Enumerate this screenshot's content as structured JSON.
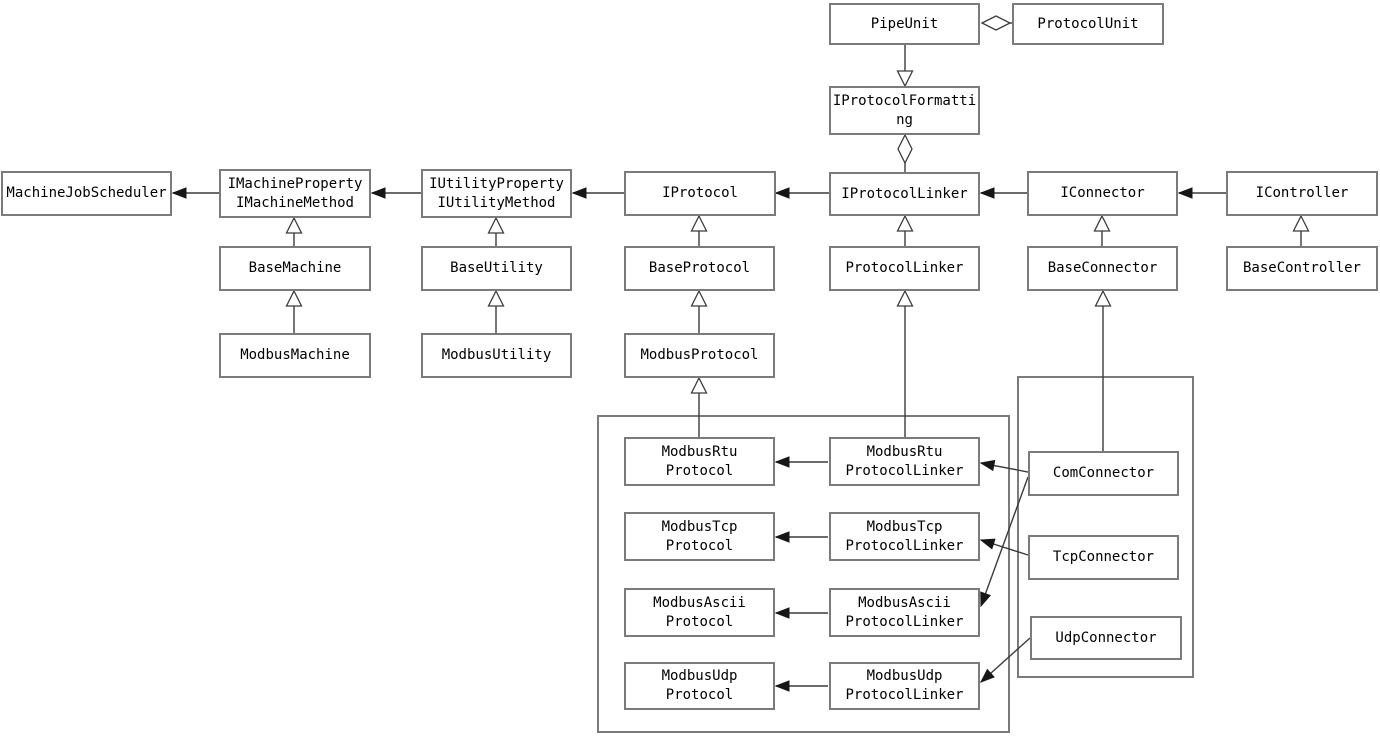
{
  "diagram": {
    "type": "uml-class-diagram",
    "nodes": [
      {
        "id": "pipe-unit",
        "label": "PipeUnit"
      },
      {
        "id": "protocol-unit",
        "label": "ProtocolUnit"
      },
      {
        "id": "iprotocol-formatting",
        "label": "IProtocolFormatti\nng"
      },
      {
        "id": "machine-job-scheduler",
        "label": "MachineJobScheduler"
      },
      {
        "id": "imachine-property-method",
        "label": "IMachineProperty\nIMachineMethod"
      },
      {
        "id": "iutility-property-method",
        "label": "IUtilityProperty\nIUtilityMethod"
      },
      {
        "id": "iprotocol",
        "label": "IProtocol"
      },
      {
        "id": "iprotocol-linker",
        "label": "IProtocolLinker"
      },
      {
        "id": "iconnector",
        "label": "IConnector"
      },
      {
        "id": "icontroller",
        "label": "IController"
      },
      {
        "id": "base-machine",
        "label": "BaseMachine"
      },
      {
        "id": "base-utility",
        "label": "BaseUtility"
      },
      {
        "id": "base-protocol",
        "label": "BaseProtocol"
      },
      {
        "id": "protocol-linker",
        "label": "ProtocolLinker"
      },
      {
        "id": "base-connector",
        "label": "BaseConnector"
      },
      {
        "id": "base-controller",
        "label": "BaseController"
      },
      {
        "id": "modbus-machine",
        "label": "ModbusMachine"
      },
      {
        "id": "modbus-utility",
        "label": "ModbusUtility"
      },
      {
        "id": "modbus-protocol",
        "label": "ModbusProtocol"
      },
      {
        "id": "modbus-rtu-protocol",
        "label": "ModbusRtu\nProtocol"
      },
      {
        "id": "modbus-rtu-protocol-linker",
        "label": "ModbusRtu\nProtocolLinker"
      },
      {
        "id": "modbus-tcp-protocol",
        "label": "ModbusTcp\nProtocol"
      },
      {
        "id": "modbus-tcp-protocol-linker",
        "label": "ModbusTcp\nProtocolLinker"
      },
      {
        "id": "modbus-ascii-protocol",
        "label": "ModbusAscii\nProtocol"
      },
      {
        "id": "modbus-ascii-protocol-linker",
        "label": "ModbusAscii\nProtocolLinker"
      },
      {
        "id": "modbus-udp-protocol",
        "label": "ModbusUdp\nProtocol"
      },
      {
        "id": "modbus-udp-protocol-linker",
        "label": "ModbusUdp\nProtocolLinker"
      },
      {
        "id": "com-connector",
        "label": "ComConnector"
      },
      {
        "id": "tcp-connector",
        "label": "TcpConnector"
      },
      {
        "id": "udp-connector",
        "label": "UdpConnector"
      }
    ],
    "edges": [
      {
        "from": "protocol-unit",
        "to": "pipe-unit",
        "type": "aggregation"
      },
      {
        "from": "pipe-unit",
        "to": "iprotocol-formatting",
        "type": "generalization"
      },
      {
        "from": "iprotocol-linker",
        "to": "iprotocol-formatting",
        "type": "aggregation"
      },
      {
        "from": "imachine-property-method",
        "to": "machine-job-scheduler",
        "type": "association"
      },
      {
        "from": "iutility-property-method",
        "to": "imachine-property-method",
        "type": "association"
      },
      {
        "from": "iprotocol",
        "to": "iutility-property-method",
        "type": "association"
      },
      {
        "from": "iprotocol-linker",
        "to": "iprotocol",
        "type": "association"
      },
      {
        "from": "iconnector",
        "to": "iprotocol-linker",
        "type": "association"
      },
      {
        "from": "icontroller",
        "to": "iconnector",
        "type": "association"
      },
      {
        "from": "base-machine",
        "to": "imachine-property-method",
        "type": "generalization"
      },
      {
        "from": "base-utility",
        "to": "iutility-property-method",
        "type": "generalization"
      },
      {
        "from": "base-protocol",
        "to": "iprotocol",
        "type": "generalization"
      },
      {
        "from": "protocol-linker",
        "to": "iprotocol-linker",
        "type": "generalization"
      },
      {
        "from": "base-connector",
        "to": "iconnector",
        "type": "generalization"
      },
      {
        "from": "base-controller",
        "to": "icontroller",
        "type": "generalization"
      },
      {
        "from": "modbus-machine",
        "to": "base-machine",
        "type": "generalization"
      },
      {
        "from": "modbus-utility",
        "to": "base-utility",
        "type": "generalization"
      },
      {
        "from": "modbus-protocol",
        "to": "base-protocol",
        "type": "generalization"
      },
      {
        "from": "modbus-rtu-protocol",
        "to": "modbus-protocol",
        "type": "generalization"
      },
      {
        "from": "modbus-rtu-protocol-linker",
        "to": "protocol-linker",
        "type": "generalization"
      },
      {
        "from": "com-connector",
        "to": "base-connector",
        "type": "generalization"
      },
      {
        "from": "modbus-rtu-protocol-linker",
        "to": "modbus-rtu-protocol",
        "type": "association"
      },
      {
        "from": "modbus-tcp-protocol-linker",
        "to": "modbus-tcp-protocol",
        "type": "association"
      },
      {
        "from": "modbus-ascii-protocol-linker",
        "to": "modbus-ascii-protocol",
        "type": "association"
      },
      {
        "from": "modbus-udp-protocol-linker",
        "to": "modbus-udp-protocol",
        "type": "association"
      },
      {
        "from": "com-connector",
        "to": "modbus-rtu-protocol-linker",
        "type": "association"
      },
      {
        "from": "com-connector",
        "to": "modbus-ascii-protocol-linker",
        "type": "association"
      },
      {
        "from": "tcp-connector",
        "to": "modbus-tcp-protocol-linker",
        "type": "association"
      },
      {
        "from": "udp-connector",
        "to": "modbus-udp-protocol-linker",
        "type": "association"
      }
    ]
  },
  "colors": {
    "background": "#ffffff",
    "box_border": "#7b7b7b",
    "line": "#3c3c3c",
    "arrow_fill": "#161616",
    "text": "#000000"
  }
}
